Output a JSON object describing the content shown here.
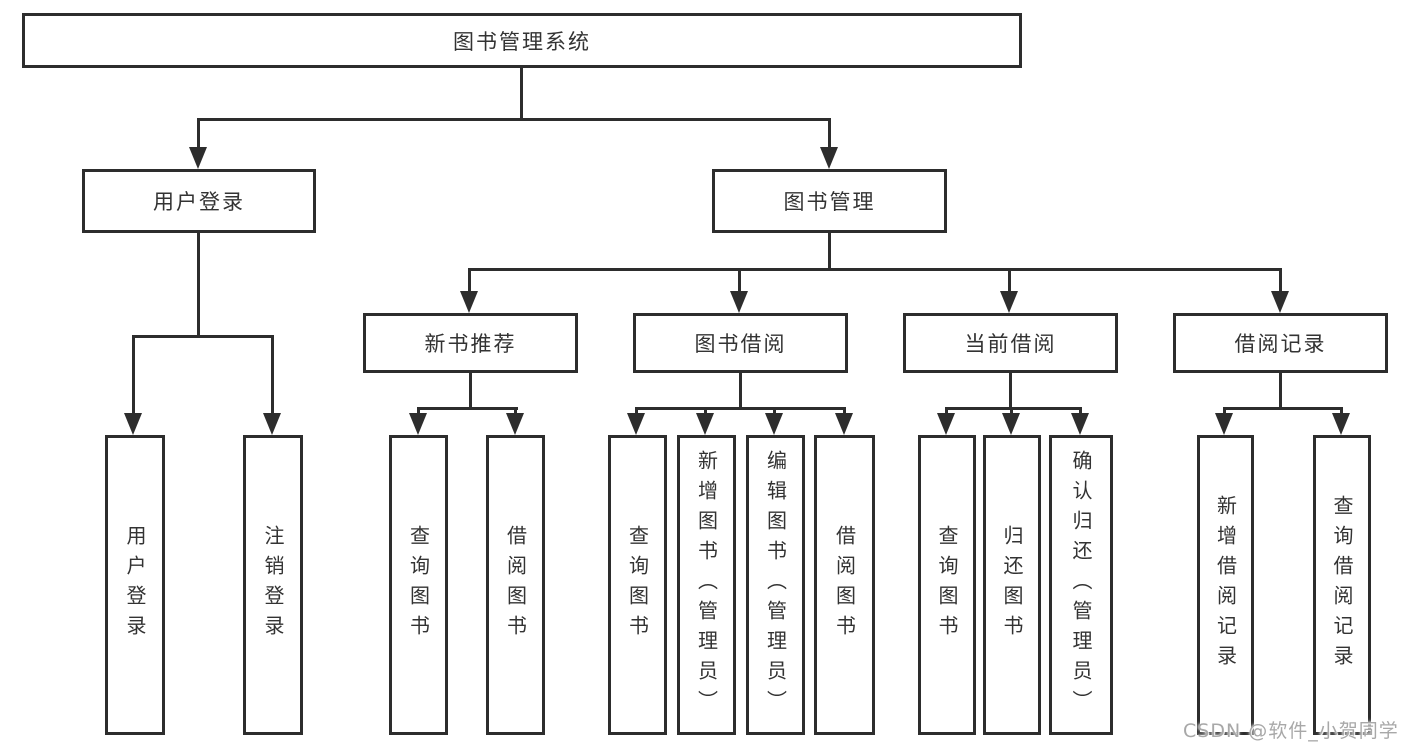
{
  "colors": {
    "line": "#2d2d2d",
    "text": "#333333",
    "background": "#ffffff",
    "watermark_text": "#a8a8a8"
  },
  "root": {
    "label": "图书管理系统"
  },
  "level2": {
    "user_login": {
      "label": "用户登录"
    },
    "book_management": {
      "label": "图书管理"
    }
  },
  "level3": {
    "new_book_recommend": {
      "label": "新书推荐"
    },
    "book_borrow": {
      "label": "图书借阅"
    },
    "current_borrow": {
      "label": "当前借阅"
    },
    "borrow_records": {
      "label": "借阅记录"
    }
  },
  "leaves": {
    "user_login": [
      "用户登录",
      "注销登录"
    ],
    "new_book_recommend": [
      "查询图书",
      "借阅图书"
    ],
    "book_borrow": [
      "查询图书",
      "新增图书（管理员）",
      "编辑图书（管理员）",
      "借阅图书"
    ],
    "current_borrow": [
      "查询图书",
      "归还图书",
      "确认归还（管理员）"
    ],
    "borrow_records": [
      "新增借阅记录",
      "查询借阅记录"
    ]
  },
  "watermark": "CSDN @软件_小贺同学"
}
